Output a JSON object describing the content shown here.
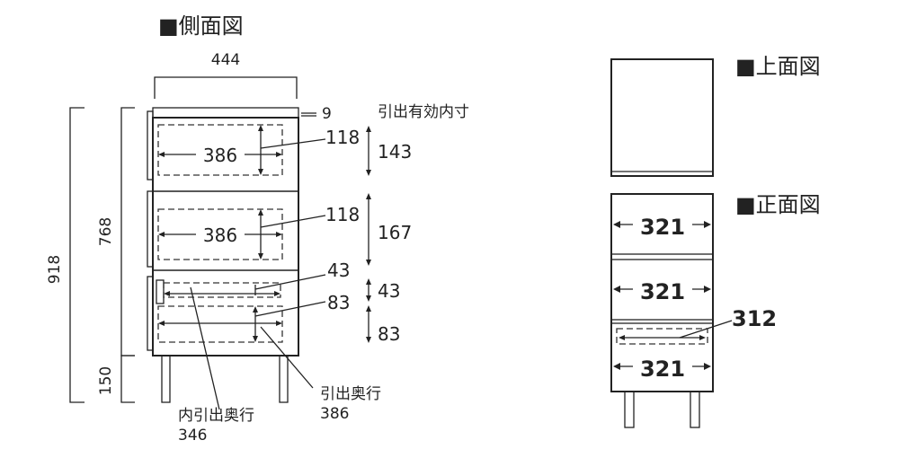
{
  "titles": {
    "side_view": "■側面図",
    "top_view": "■上面図",
    "front_view": "■正面図"
  },
  "side_view": {
    "depth": "444",
    "top_board": "9",
    "inner_label": "引出有効内寸",
    "drawer1_depth": "386",
    "drawer1_height_callout": "118",
    "drawer1_inner_height": "143",
    "drawer2_depth": "386",
    "drawer2_height_callout": "118",
    "drawer2_inner_height": "167",
    "inner_tray_height_callout": "43",
    "inner_tray_height": "43",
    "drawer3_height_callout": "83",
    "drawer3_inner_height": "83",
    "total_height": "918",
    "body_height": "768",
    "leg_height": "150",
    "inner_drawer_depth_label": "内引出奥行",
    "inner_drawer_depth": "346",
    "drawer_depth_label": "引出奥行",
    "drawer_depth": "386"
  },
  "front_view": {
    "drawer1_width": "321",
    "drawer2_width": "321",
    "inner_width": "312",
    "drawer3_width": "321"
  }
}
